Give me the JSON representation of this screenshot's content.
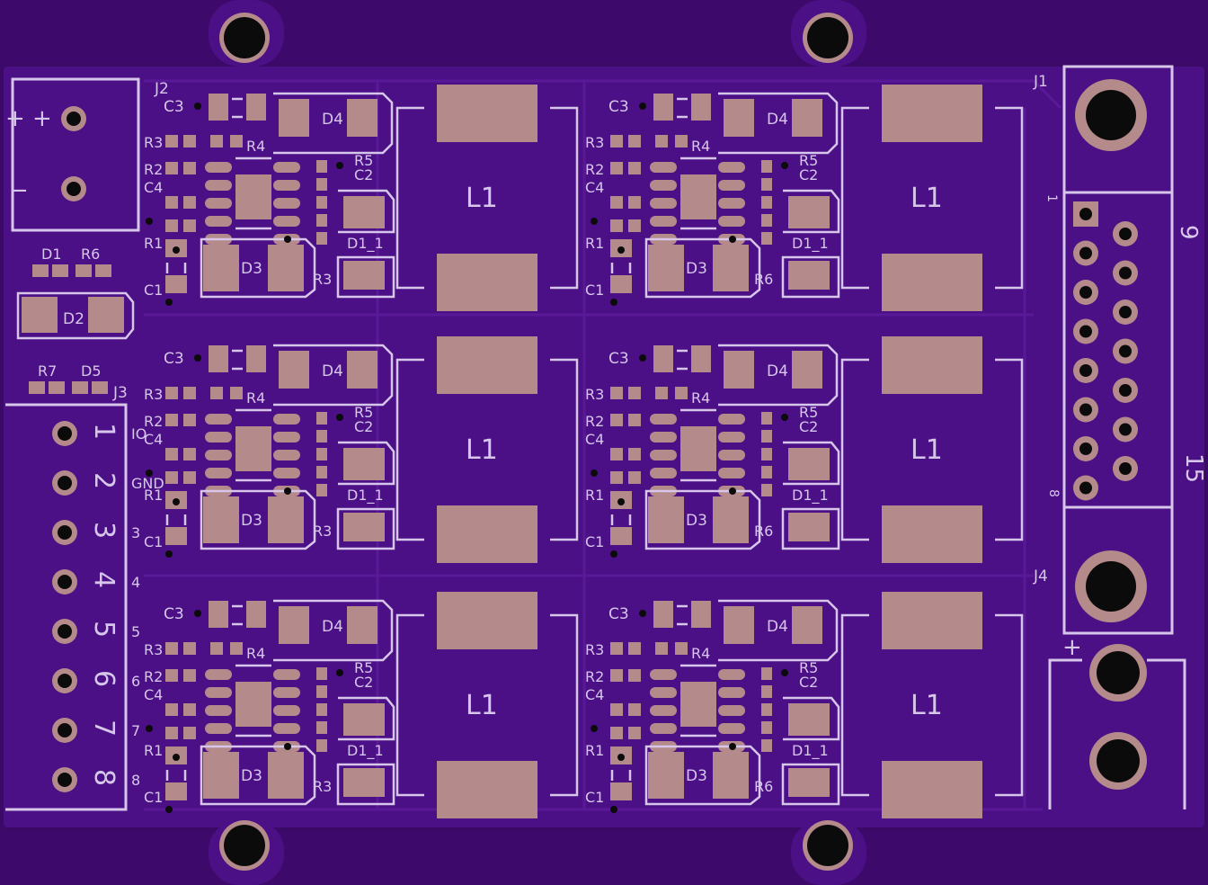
{
  "colors": {
    "mask": "#4b0f86",
    "edge": "#3d0a6b",
    "trace": "#5a1a98",
    "silk": "#d6c6ea",
    "copper": "#b48a8a",
    "drill": "#0b0b0b"
  },
  "connectors": {
    "j1": "J1",
    "j2": "J2",
    "j3": "J3",
    "j4": "J4",
    "db_pin_first": "1",
    "db_pin_last": "8",
    "db_pin_9": "9",
    "db_pin_15": "15",
    "plus": "+",
    "minus": "−"
  },
  "left": {
    "j2_plus": "+ +",
    "j2_minus": "−",
    "d1": "D1",
    "r6": "R6",
    "d2": "D2",
    "r7": "R7",
    "d5": "D5"
  },
  "j3_pins": [
    "1",
    "2",
    "3",
    "4",
    "5",
    "6",
    "7",
    "8"
  ],
  "j3_side_labels": [
    "IO",
    "GND",
    "3",
    "4",
    "5",
    "6",
    "7",
    "8"
  ],
  "channel": {
    "c3": "C3",
    "r3": "R3",
    "r2": "R2",
    "c4": "C4",
    "r1": "R1",
    "c1": "C1",
    "r4": "R4",
    "d4": "D4",
    "r5": "R5",
    "c2": "C2",
    "d1_1": "D1_1",
    "d3": "D3",
    "l1": "L1",
    "r6": "R6",
    "r3b": "R3"
  }
}
